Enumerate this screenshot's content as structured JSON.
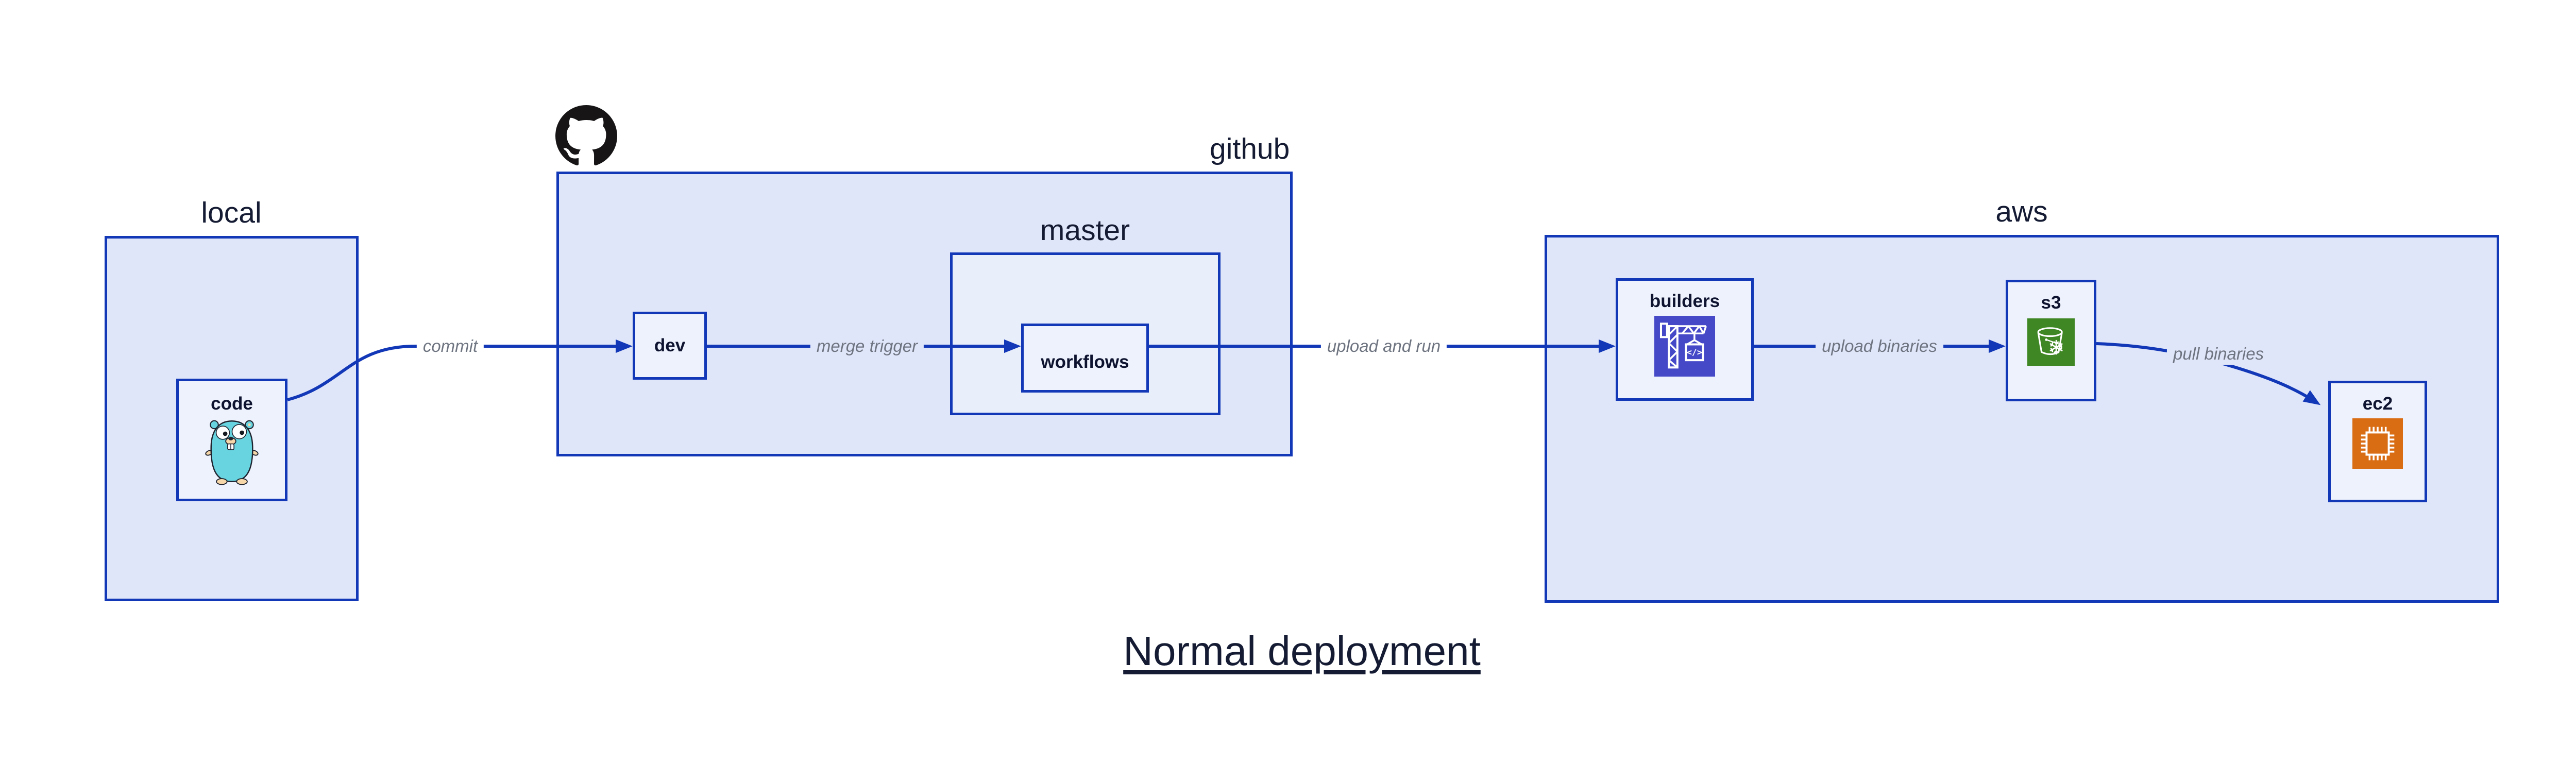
{
  "diagram": {
    "title": "Normal deployment",
    "groups": {
      "local": {
        "label": "local"
      },
      "github": {
        "label": "github"
      },
      "master": {
        "label": "master"
      },
      "aws": {
        "label": "aws"
      }
    },
    "nodes": {
      "code": {
        "label": "code",
        "icon": "go-gopher-icon"
      },
      "dev": {
        "label": "dev"
      },
      "workflows": {
        "label": "workflows"
      },
      "builders": {
        "label": "builders",
        "icon": "aws-codebuild-icon"
      },
      "s3": {
        "label": "s3",
        "icon": "aws-s3-glacier-bucket-icon"
      },
      "ec2": {
        "label": "ec2",
        "icon": "aws-ec2-chip-icon"
      }
    },
    "edges": {
      "commit": {
        "label": "commit",
        "from": "code",
        "to": "dev"
      },
      "merge_trigger": {
        "label": "merge trigger",
        "from": "dev",
        "to": "workflows"
      },
      "upload_and_run": {
        "label": "upload and run",
        "from": "workflows",
        "to": "builders"
      },
      "upload_binaries": {
        "label": "upload binaries",
        "from": "builders",
        "to": "s3"
      },
      "pull_binaries": {
        "label": "pull binaries",
        "from": "s3",
        "to": "ec2"
      }
    },
    "icons": {
      "github_logo": "github-octocat-icon"
    },
    "colors": {
      "border_blue": "#1238b8",
      "group_fill": "#e0e6f9",
      "master_fill": "#e9eefb",
      "node_fill": "#eef2fc",
      "text_navy": "#141b33",
      "edge_label_gray": "#6e7480",
      "octocat_black": "#171515",
      "codebuild_purple": "#4549c8",
      "glacier_green": "#3f8624",
      "ec2_orange": "#d96d14",
      "gopher_teal": "#67d4e0"
    }
  }
}
